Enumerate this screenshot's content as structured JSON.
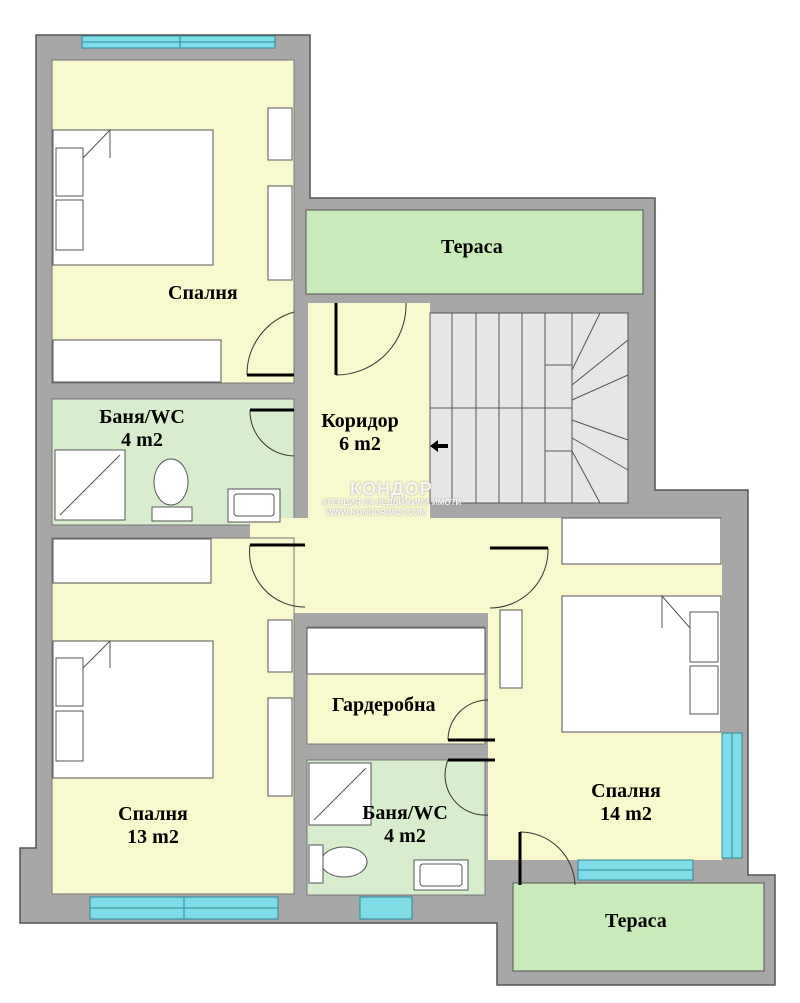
{
  "colors": {
    "wall": "#a7a7a7",
    "bedroom": "#f8f9cc",
    "wet_room": "#d8edcd",
    "terrace": "#c9eab9",
    "stairs": "#e6e6e6",
    "window": "#80dde8",
    "furniture": "#ffffff"
  },
  "rooms": {
    "bedroom_top_left": {
      "name": "Спалня"
    },
    "terrace_top": {
      "name": "Тераса"
    },
    "bath_left": {
      "name": "Баня/WC",
      "area": "4 m2"
    },
    "corridor": {
      "name": "Коридор",
      "area": "6 m2"
    },
    "bedroom_bottom_left": {
      "name": "Спалня",
      "area": "13 m2"
    },
    "wardrobe": {
      "name": "Гардеробна"
    },
    "bath_center": {
      "name": "Баня/WC",
      "area": "4 m2"
    },
    "bedroom_right": {
      "name": "Спалня",
      "area": "14 m2"
    },
    "terrace_bottom": {
      "name": "Тераса"
    }
  },
  "watermark": {
    "brand": "КОНДОР",
    "tagline": "АГЕНЦИЯ ЗА НЕДВИЖИМИ ИМОТИ",
    "site": "WWW.KONDORIMOT.COM"
  },
  "icons": [
    "stairs-direction-arrow-icon",
    "bed-icon",
    "toilet-icon",
    "sink-icon",
    "shower-icon",
    "door-swing-icon",
    "window-icon"
  ]
}
